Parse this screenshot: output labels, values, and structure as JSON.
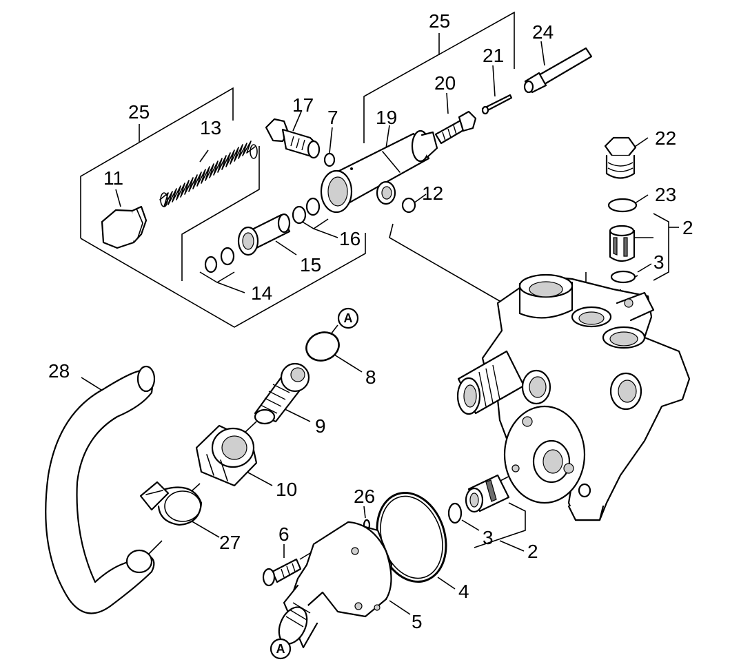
{
  "diagram": {
    "labels": {
      "p2a": "2",
      "p2b": "2",
      "p3a": "3",
      "p3b": "3",
      "p4": "4",
      "p5": "5",
      "p6": "6",
      "p7": "7",
      "p8": "8",
      "p9": "9",
      "p10": "10",
      "p11": "11",
      "p12": "12",
      "p13": "13",
      "p14": "14",
      "p15": "15",
      "p16": "16",
      "p17": "17",
      "p19": "19",
      "p20": "20",
      "p21": "21",
      "p22": "22",
      "p23": "23",
      "p24": "24",
      "p25a": "25",
      "p25b": "25",
      "p26": "26",
      "p27": "27",
      "p28": "28",
      "markerTop": "A",
      "markerBottom": "A"
    },
    "colors": {
      "line": "#000000",
      "fill": "#ffffff",
      "shade": "#cfcfcf"
    }
  }
}
